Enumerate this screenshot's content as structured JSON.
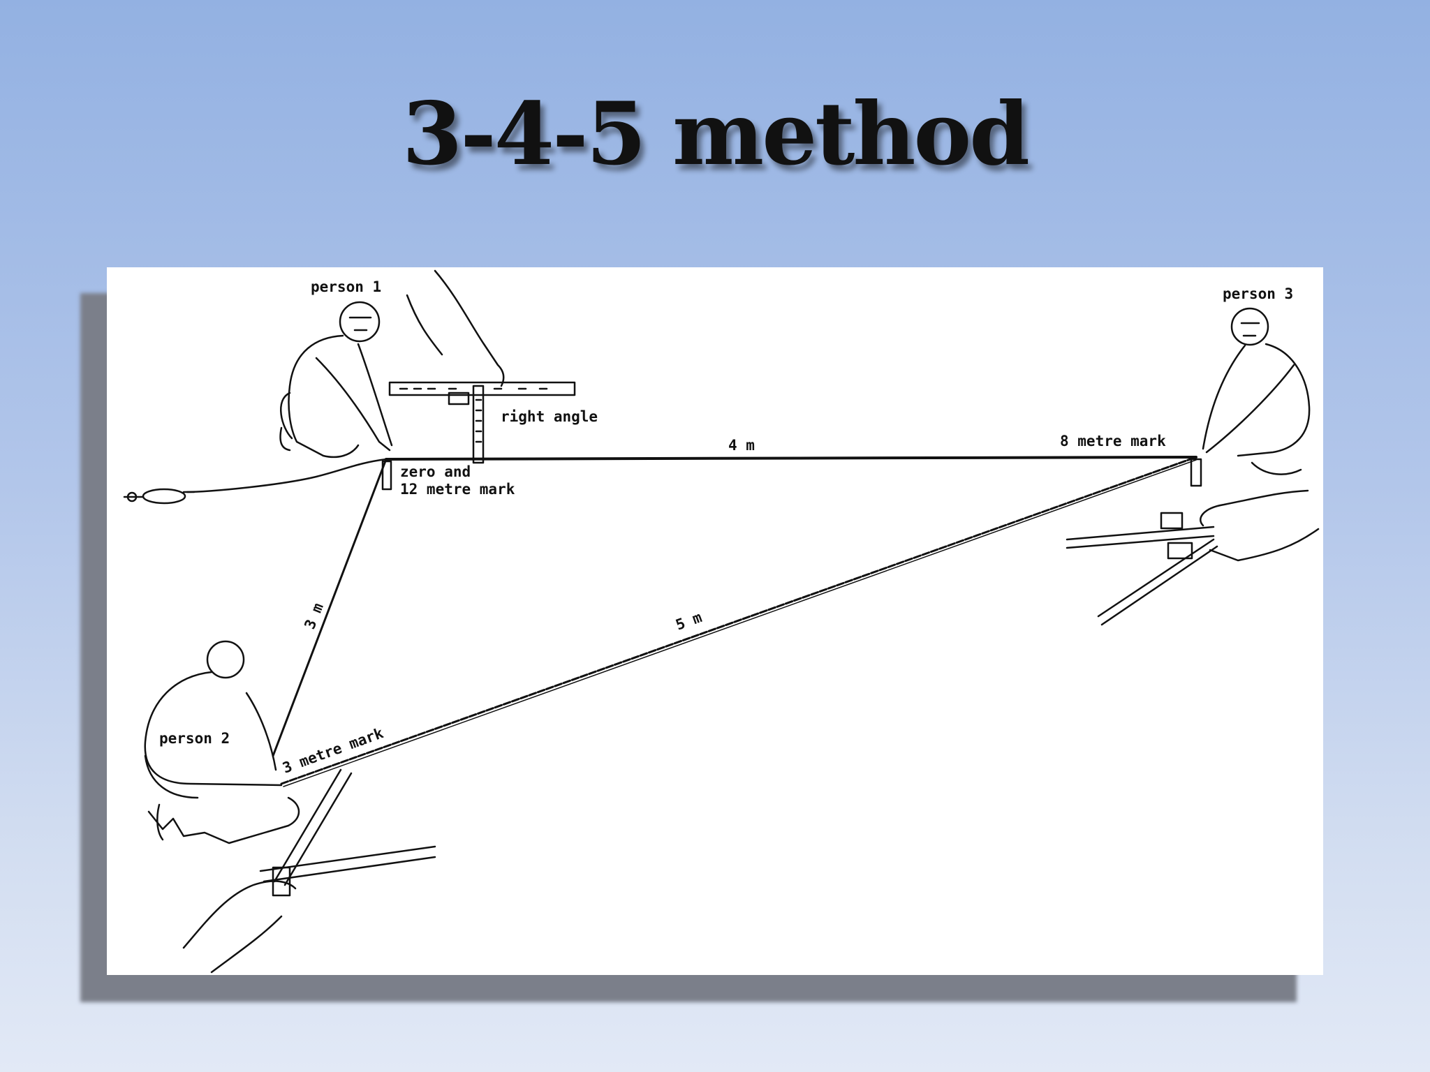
{
  "slide": {
    "title": "3-4-5 method"
  },
  "figure": {
    "labels": {
      "person1": "person 1",
      "person2": "person 2",
      "person3": "person 3",
      "right_angle": "right angle",
      "zero_mark_line1": "zero and",
      "zero_mark_line2": "12 metre mark",
      "side_4m": "4 m",
      "side_3m": "3 m",
      "side_5m": "5 m",
      "eight_metre_mark": "8 metre mark",
      "three_metre_mark": "3 metre mark"
    }
  }
}
